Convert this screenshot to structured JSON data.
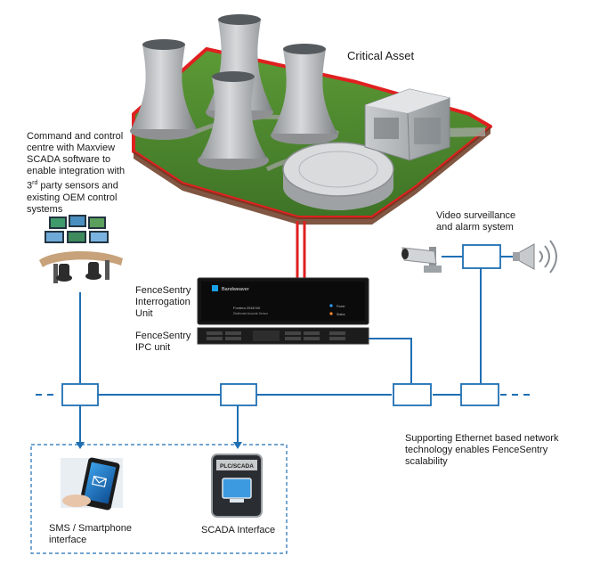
{
  "labels": {
    "critical_asset": "Critical Asset",
    "command_centre_a": "Command and control centre with Maxview SCADA software to enable integration with 3",
    "command_centre_sup": "rd",
    "command_centre_b": " party sensors and existing OEM control systems",
    "video_surveillance": "Video surveillance and alarm system",
    "interrogation_unit": "FenceSentry Interrogation Unit",
    "ipc_unit": "FenceSentry IPC unit",
    "ethernet_note": "Supporting Ethernet based network technology enables FenceSentry scalability",
    "sms_interface": "SMS / Smartphone interface",
    "scada_interface": "SCADA Interface"
  },
  "device": {
    "brand": "Bandweaver",
    "model": "Fontera 2048 NX",
    "sub": "Distributed Acoustic Sensor",
    "led_power": "Power",
    "led_status": "Status"
  },
  "plc_badge": "PLC/SCADA",
  "colors": {
    "network": "#1f6fb3",
    "fence": "#e02020",
    "ground": "#4e8a2e",
    "tower": "#b9bcbf"
  },
  "icons": [
    "cooling-tower-icon",
    "control-room-icon",
    "cctv-camera-icon",
    "siren-horn-icon",
    "smartphone-icon",
    "plc-scada-icon",
    "network-switch-icon"
  ]
}
